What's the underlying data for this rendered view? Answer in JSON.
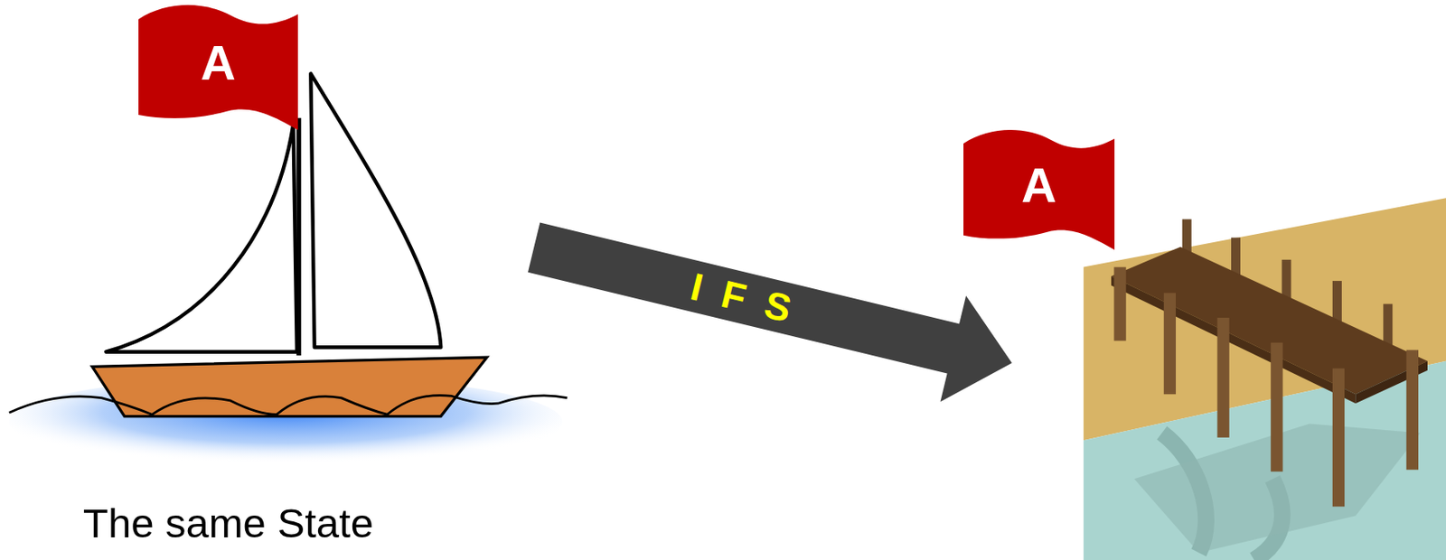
{
  "diagram": {
    "nodes": [
      {
        "text": [
          "A"
        ]
      },
      {
        "text": [
          "I F S"
        ]
      },
      {
        "text": [
          "A"
        ]
      }
    ],
    "labels": [
      "The same State"
    ]
  }
}
